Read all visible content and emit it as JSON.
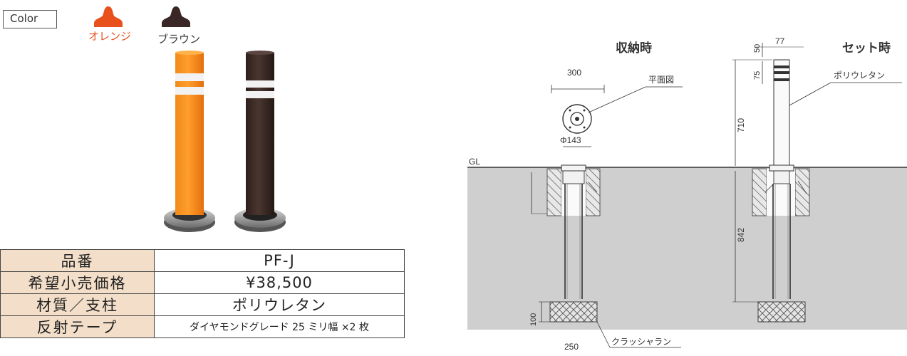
{
  "color_section": {
    "label": "Color",
    "swatches": [
      {
        "name": "オレンジ",
        "color": "#e8501c"
      },
      {
        "name": "ブラウン",
        "color": "#3b2626"
      }
    ]
  },
  "spec_table": [
    {
      "header": "品番",
      "value": "PF-J"
    },
    {
      "header": "希望小売価格",
      "value": "¥38,500"
    },
    {
      "header": "材質／支柱",
      "value": "ポリウレタン"
    },
    {
      "header": "反射テープ",
      "value": "ダイヤモンドグレード 25 ミリ幅 ×2 枚"
    }
  ],
  "drawing": {
    "stored_title": "収納時",
    "set_title": "セット時",
    "plan_view": "平面図",
    "material_label": "ポリウレタン",
    "gravel_label": "クラッシャラン",
    "ground_label": "GL",
    "dim_300": "300",
    "dim_143": "Φ143",
    "dim_50": "50",
    "dim_77": "77",
    "dim_75": "75",
    "dim_710": "710",
    "dim_842": "842",
    "dim_100": "100",
    "dim_250": "250"
  }
}
